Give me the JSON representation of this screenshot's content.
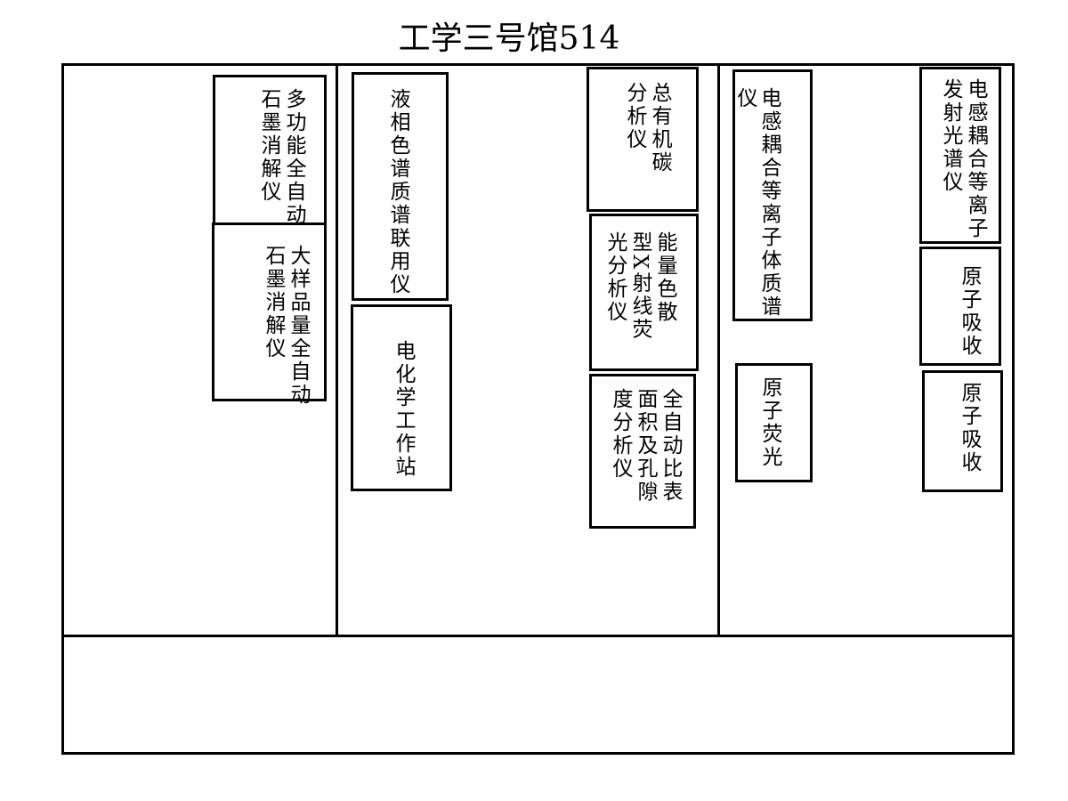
{
  "title": "工学三号馆514",
  "instruments": [
    {
      "name": "多功能全自动石墨消解仪",
      "columns": [
        "多功能全自动",
        "石墨消解仪"
      ]
    },
    {
      "name": "大样品量全自动石墨消解仪",
      "columns": [
        "大样品量全自动",
        "石墨消解仪"
      ]
    },
    {
      "name": "液相色谱质谱联用仪",
      "columns": [
        "液相色谱质谱联用仪"
      ]
    },
    {
      "name": "电化学工作站",
      "columns": [
        "电化学工作站"
      ]
    },
    {
      "name": "总有机碳分析仪",
      "columns": [
        "总有机碳",
        "分析仪"
      ]
    },
    {
      "name": "能量色散型X射线荧光分析仪",
      "columns": [
        "能量色散",
        "型X射线荧",
        "光分析仪"
      ]
    },
    {
      "name": "全自动比表面积及孔隙度分析仪",
      "columns": [
        "全自动比表",
        "面积及孔隙",
        "度分析仪"
      ]
    },
    {
      "name": "电感耦合等离子体质谱仪",
      "columns": [
        "电感耦合等离子体质谱",
        "仪"
      ]
    },
    {
      "name": "电感耦合等离子发射光谱仪",
      "columns": [
        "电感耦合等离子",
        "发射光谱仪"
      ]
    },
    {
      "name": "原子吸收",
      "columns": [
        "原子吸收"
      ]
    },
    {
      "name": "原子吸收",
      "columns": [
        "原子吸收"
      ]
    },
    {
      "name": "原子荧光",
      "columns": [
        "原子荧光"
      ]
    }
  ]
}
